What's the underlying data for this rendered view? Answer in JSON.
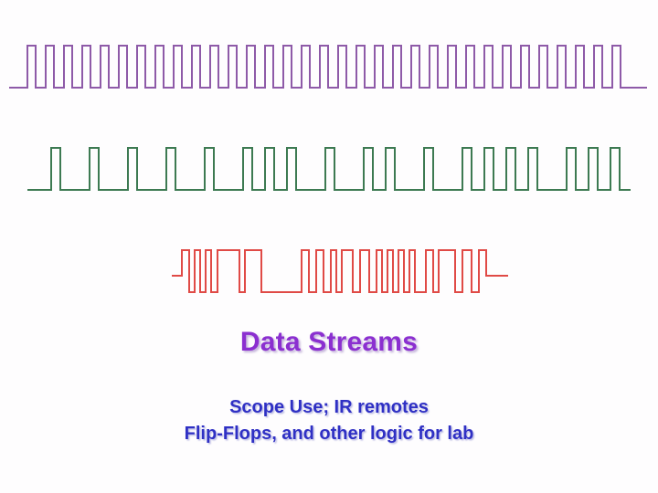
{
  "slide": {
    "title": "Data Streams",
    "subtitle_lines": [
      "Scope Use; IR remotes",
      "Flip-Flops, and other logic for lab"
    ],
    "title_color": "#8b2fd0",
    "subtitle_color": "#2f30c4",
    "background_color": "#fefdfe"
  },
  "chart_data": {
    "type": "line",
    "title": "Data Streams",
    "xlabel": "",
    "ylabel": "",
    "grid": false,
    "legend": "none",
    "description": "Three digital logic-level timing waveforms (square-wave data streams) drawn one above the other, as seen on an oscilloscope.",
    "series": [
      {
        "name": "carrier-clock-waveform",
        "color": "#8e5aa8",
        "line_width": 2,
        "label": "top purple carrier / clock stream",
        "y_low": 0,
        "y_high": 1,
        "x_start": 10,
        "x_end": 708,
        "transitions": [
          30,
          39,
          50,
          59,
          70,
          79,
          90,
          99,
          110,
          119,
          130,
          139,
          150,
          159,
          170,
          179,
          190,
          199,
          210,
          219,
          230,
          239,
          250,
          259,
          270,
          279,
          290,
          299,
          310,
          319,
          330,
          339,
          350,
          359,
          370,
          379,
          390,
          399,
          410,
          419,
          430,
          439,
          450,
          459,
          470,
          479,
          490,
          499,
          510,
          519,
          530,
          539,
          550,
          559,
          570,
          579,
          590,
          599,
          610,
          619,
          630,
          639,
          650,
          659,
          670,
          679
        ]
      },
      {
        "name": "demodulated-data-waveform",
        "color": "#3d7a52",
        "line_width": 2,
        "label": "middle green demodulated data stream",
        "y_low": 0,
        "y_high": 1,
        "x_start": 30,
        "x_end": 690,
        "transitions": [
          56,
          66,
          98,
          108,
          140,
          150,
          182,
          192,
          224,
          234,
          266,
          276,
          290,
          300,
          314,
          324,
          356,
          366,
          398,
          408,
          422,
          432,
          464,
          474,
          506,
          516,
          530,
          540,
          554,
          564,
          578,
          588,
          620,
          630,
          644,
          654,
          668,
          678
        ]
      },
      {
        "name": "ir-remote-code-waveform",
        "color": "#e04a46",
        "line_width": 2,
        "label": "bottom red IR remote code stream",
        "y_low": 0,
        "y_high": 1,
        "x_start": 188,
        "x_end": 556,
        "start_level": "mid",
        "transitions": [
          199,
          207,
          213,
          219,
          225,
          231,
          238,
          262,
          268,
          286,
          330,
          338,
          346,
          354,
          362,
          368,
          374,
          386,
          394,
          404,
          412,
          418,
          424,
          430,
          436,
          442,
          448,
          454,
          466,
          474,
          480,
          498,
          506,
          516,
          524
        ]
      }
    ]
  }
}
